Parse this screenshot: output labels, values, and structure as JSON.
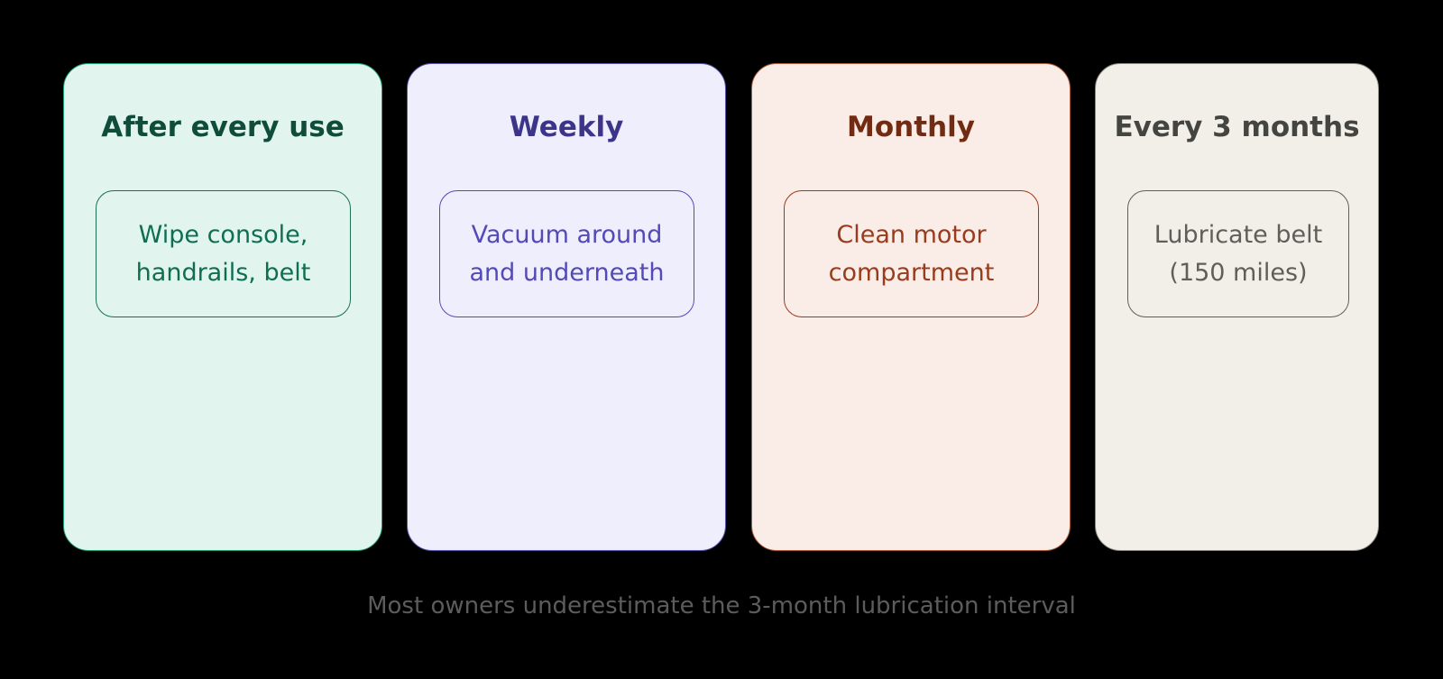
{
  "columns": [
    {
      "title": "After every use",
      "task": "Wipe console,\nhandrails, belt",
      "colors": {
        "bg": "#e1f5ee",
        "border": "#1d9e75",
        "title": "#0f4d3a",
        "text": "#0f6e52",
        "box_border": "#1a6e55"
      }
    },
    {
      "title": "Weekly",
      "task": "Vacuum around\nand underneath",
      "colors": {
        "bg": "#eeeefc",
        "border": "#5a55b0",
        "title": "#3c3489",
        "text": "#534ab7",
        "box_border": "#534ab7"
      }
    },
    {
      "title": "Monthly",
      "task": "Clean motor\ncompartment",
      "colors": {
        "bg": "#faece7",
        "border": "#b05a3c",
        "title": "#712b13",
        "text": "#993c1d",
        "box_border": "#993c1d"
      }
    },
    {
      "title": "Every 3 months",
      "task": "Lubricate belt\n(150 miles)",
      "colors": {
        "bg": "#f1efe8",
        "border": "#8a8880",
        "title": "#444441",
        "text": "#5f5e5a",
        "box_border": "#5f5e5a"
      }
    }
  ],
  "caption": "Most owners underestimate the 3-month lubrication interval"
}
